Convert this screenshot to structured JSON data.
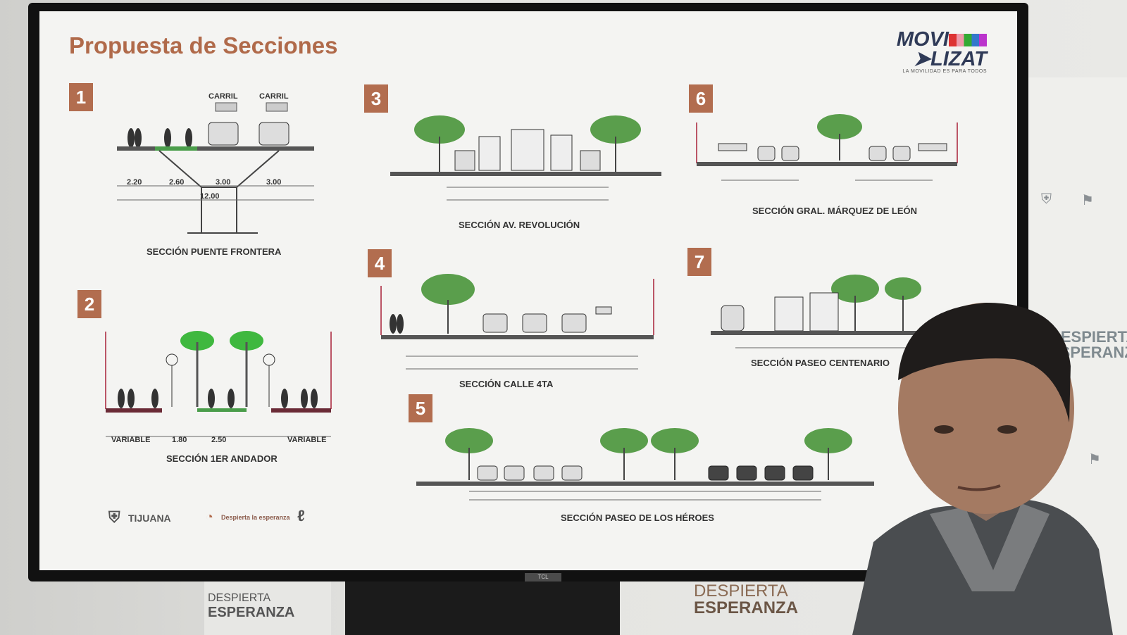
{
  "slide": {
    "title": "Propuesta de Secciones",
    "brand_line1": "MOVI",
    "brand_line2": "LIZAT",
    "brand_tagline": "LA MOVILIDAD ES PARA TODOS"
  },
  "sections": [
    {
      "number": "1",
      "caption": "SECCIÓN PUENTE FRONTERA",
      "labels": [
        "CARRIL",
        "CARRIL"
      ],
      "dimensions": [
        "2.20",
        "2.60",
        "3.00",
        "3.00",
        "12.00"
      ]
    },
    {
      "number": "2",
      "caption": "SECCIÓN 1ER ANDADOR",
      "dimensions": [
        "VARIABLE",
        "1.80",
        "2.50",
        "VARIABLE"
      ]
    },
    {
      "number": "3",
      "caption": "SECCIÓN AV. REVOLUCIÓN"
    },
    {
      "number": "4",
      "caption": "SECCIÓN CALLE 4TA"
    },
    {
      "number": "5",
      "caption": "SECCIÓN PASEO DE LOS HÉROES"
    },
    {
      "number": "6",
      "caption": "SECCIÓN GRAL. MÁRQUEZ DE LEÓN"
    },
    {
      "number": "7",
      "caption": "SECCIÓN PASEO CENTENARIO"
    }
  ],
  "footer_logos": {
    "city": "TIJUANA",
    "campaign": "Despierta la esperanza"
  },
  "background": {
    "banner_line1": "DESPIERTA",
    "banner_line2": "ESPERANZA",
    "bottom_logo_1a": "DESPIERTA",
    "bottom_logo_1b": "ESPERANZA",
    "bottom_logo_2a": "DESPIERTA",
    "bottom_logo_2b": "ESPERANZA"
  },
  "colors": {
    "accent": "#b26d4f",
    "title": "#b06a4a",
    "brand": "#2f3a57"
  }
}
